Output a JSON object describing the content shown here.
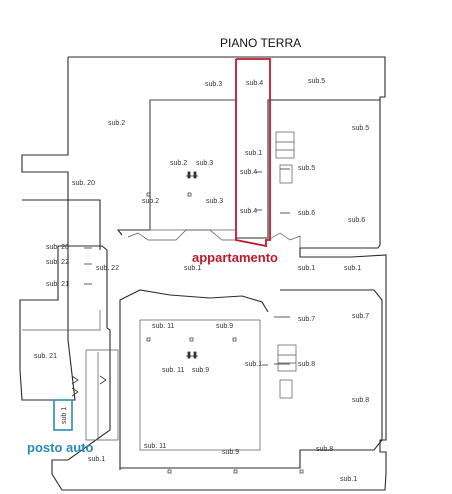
{
  "title": "PIANO TERRA",
  "highlight_label": "appartamento",
  "parking_label": "posto auto",
  "parking_box_label": "sub 1",
  "colors": {
    "accent_red": "#c0192b",
    "accent_blue": "#2a8bb8"
  },
  "rooms": {
    "r_sub3_top": "sub.3",
    "r_sub4_top": "sub.4",
    "r_sub5_top": "sub.5",
    "r_sub2_left": "sub.2",
    "r_sub5_right": "sub.5",
    "r_sub1_stair_top": "sub.1",
    "r_sub2_mid": "sub.2",
    "r_sub3_mid": "sub.3",
    "r_sub5_stair": "sub.5",
    "r_sub4_mid": "sub.4",
    "r_sub20": "sub. 20",
    "r_sub2_low": "sub.2",
    "r_sub3_low": "sub.3",
    "r_sub4_low": "sub.4",
    "r_sub6_stair": "sub.6",
    "r_sub6_right": "sub.6",
    "r_sub20_mid": "sub. 20",
    "r_sub22_a": "sub. 22",
    "r_sub22_b": "sub. 22",
    "r_sub21_mid": "sub. 21",
    "r_sub1_center": "sub.1",
    "r_sub1_right": "sub.1",
    "r_sub1_far": "sub.1",
    "r_sub7_right": "sub.7",
    "r_sub11_top": "sub. 11",
    "r_sub9_top": "sub.9",
    "r_sub7_stair": "sub.7",
    "r_sub21_low": "sub. 21",
    "r_sub11_mid": "sub. 11",
    "r_sub9_mid": "sub.9",
    "r_sub1_stair_low": "sub.1",
    "r_sub8_stair": "sub.8",
    "r_sub8_right": "sub.8",
    "r_sub11_bottom": "sub. 11",
    "r_sub9_bottom": "sub.9",
    "r_sub8_bottom": "sub.8",
    "r_sub1_bottom_left": "sub.1",
    "r_sub1_bottom_right": "sub.1"
  }
}
